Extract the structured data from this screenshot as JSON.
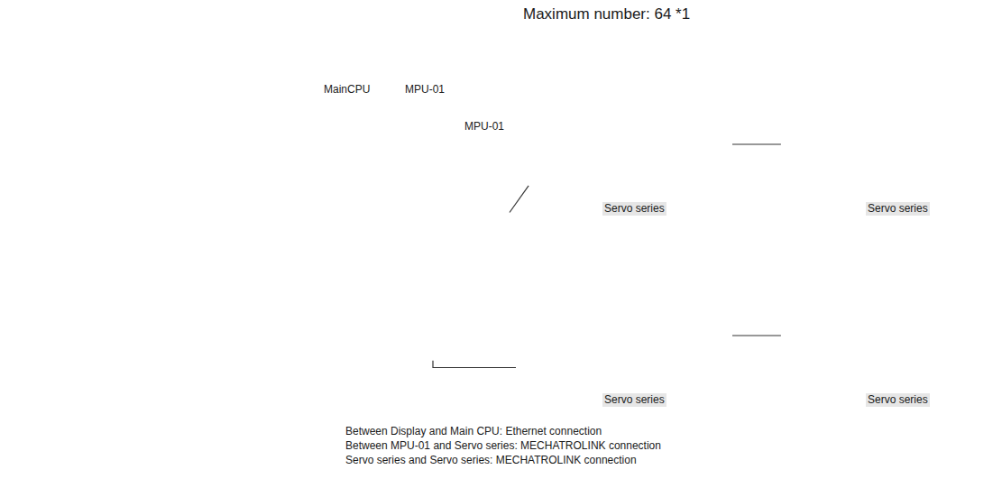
{
  "diagram": {
    "nodes": [
      {
        "text": [
          "MainCPU",
          "MPU-01",
          "MPU-01"
        ]
      },
      {
        "text": [
          "Servo series"
        ]
      },
      {
        "text": [
          "Servo series"
        ]
      },
      {
        "text": [
          "Servo series"
        ]
      },
      {
        "text": [
          "Servo series"
        ]
      }
    ],
    "edges": [
      {
        "from": 0,
        "to": 1,
        "arrow": "none"
      },
      {
        "from": 1,
        "to": 2,
        "arrow": "none"
      },
      {
        "from": 0,
        "to": 3,
        "arrow": "none"
      },
      {
        "from": 3,
        "to": 4,
        "arrow": "none"
      }
    ],
    "labels": [
      "Maximum number: 64 *1",
      "Between Display and Main CPU: Ethernet connection",
      "Between MPU-01 and Servo series: MECHATROLINK connection",
      "Servo series and Servo series: MECHATROLINK connection"
    ]
  }
}
